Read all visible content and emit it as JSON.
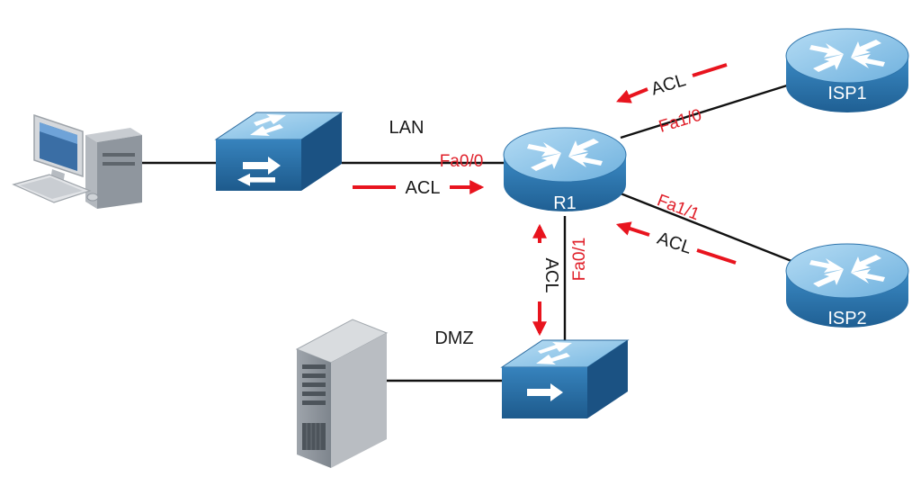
{
  "diagram": {
    "segments": {
      "lan": "LAN",
      "dmz": "DMZ"
    },
    "routers": {
      "r1": "R1",
      "isp1": "ISP1",
      "isp2": "ISP2"
    },
    "interfaces": {
      "fa0_0": "Fa0/0",
      "fa0_1": "Fa0/1",
      "fa1_0": "Fa1/0",
      "fa1_1": "Fa1/1"
    },
    "acl_labels": {
      "lan": "ACL",
      "dmz": "ACL",
      "isp1": "ACL",
      "isp2": "ACL"
    },
    "colors": {
      "acl_arrow": "#e8141e",
      "interface_label": "#e0202a",
      "device_body": "#2f7fb8",
      "device_top": "#8cc6ea"
    }
  }
}
